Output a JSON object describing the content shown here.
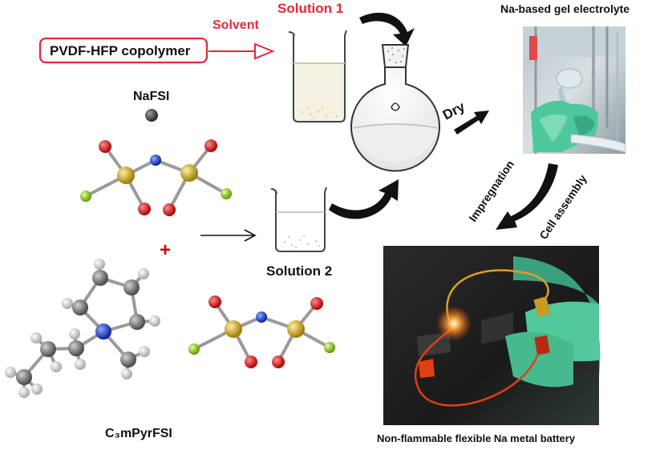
{
  "labels": {
    "solution1": "Solution 1",
    "solvent": "Solvent",
    "copolymer": "PVDF-HFP copolymer",
    "nafsi": "NaFSI",
    "gel_title": "Na-based gel electrolyte",
    "dry": "Dry",
    "impregnation": "Impregnation",
    "cell_assembly": "Cell assembly",
    "solution2": "Solution 2",
    "ionic_liquid": "C₃mPyrFSI",
    "battery_caption": "Non-flammable flexible Na metal battery"
  },
  "colors": {
    "red_label": "#e8263a",
    "sulfur": "#c9a400",
    "oxygen": "#e00000",
    "nitrogen": "#1a3ccf",
    "fluorine": "#8fce1c",
    "sodium": "#555555",
    "carbon": "#7a7a7a",
    "hydrogen": "#e6e6e6"
  }
}
